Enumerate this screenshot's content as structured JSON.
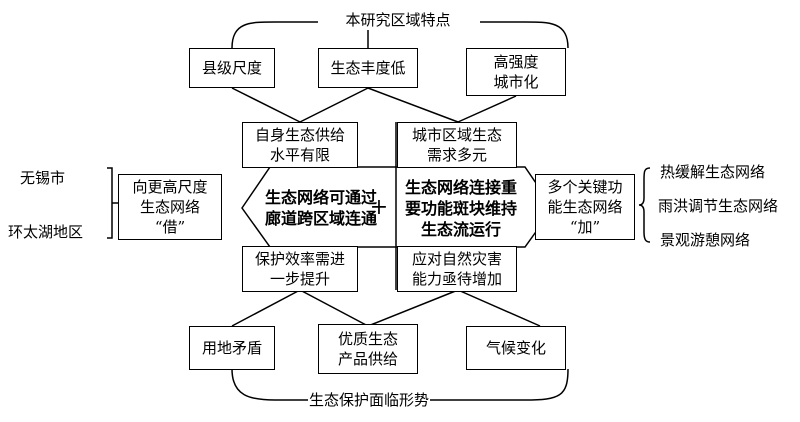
{
  "top_title": "本研究区域特点",
  "bottom_title": "生态保护面临形势",
  "characteristics": [
    "县级尺度",
    "生态丰度低",
    "高强度\n城市化"
  ],
  "situations": [
    "用地矛盾",
    "优质生态\n产品供给",
    "气候变化"
  ],
  "upper_issues": [
    "自身生态供给\n水平有限",
    "城市区域生态\n需求多元"
  ],
  "lower_issues": [
    "保护效率需进\n一步提升",
    "应对自然灾害\n能力亟待增加"
  ],
  "left_goal": "生态网络可通过\n廊道跨区域连通",
  "right_goal": "生态网络连接重\n要功能斑块维持\n生态流运行",
  "plus_sign": "+",
  "borrow_box": "向更高尺度\n生态网络\n“借”",
  "add_box": "多个关键功\n能生态网络\n“加”",
  "regions": [
    "无锡市",
    "环太湖地区"
  ],
  "networks": [
    "热缓解生态网络",
    "雨洪调节生态网络",
    "景观游憩网络"
  ]
}
